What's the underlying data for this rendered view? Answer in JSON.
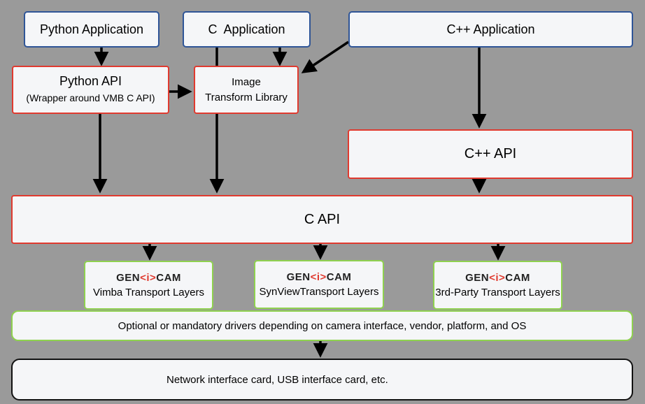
{
  "applications": {
    "python": "Python Application",
    "c": "C  Application",
    "cpp": "C++ Application"
  },
  "python_api": {
    "title": "Python API",
    "subtitle": "(Wrapper around VMB C API)"
  },
  "image_transform": {
    "line1": "Image",
    "line2": "Transform Library"
  },
  "cpp_api": "C++ API",
  "c_api": "C API",
  "transport_layers": [
    {
      "logo_left": "GEN",
      "logo_mid": "<i>",
      "logo_right": "CAM",
      "label": "Vimba Transport Layers"
    },
    {
      "logo_left": "GEN",
      "logo_mid": "<i>",
      "logo_right": "CAM",
      "label": "SynViewTransport Layers"
    },
    {
      "logo_left": "GEN",
      "logo_mid": "<i>",
      "logo_right": "CAM",
      "label": "3rd-Party Transport Layers"
    }
  ],
  "drivers": "Optional or mandatory drivers depending on camera interface, vendor, platform, and OS",
  "hardware": "Network interface card, USB interface card, etc."
}
